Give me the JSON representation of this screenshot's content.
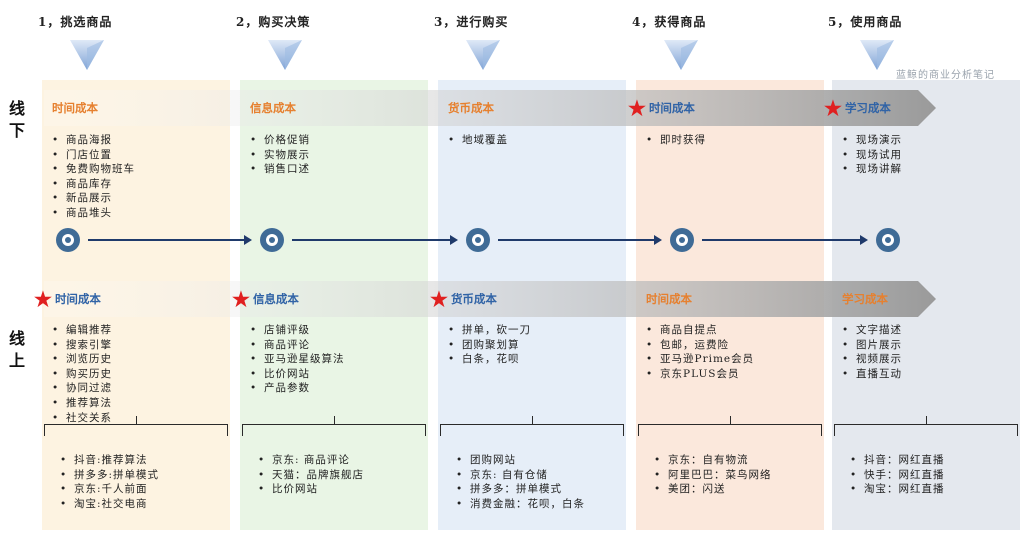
{
  "stages": [
    "1，挑选商品",
    "2，购买决策",
    "3，进行购买",
    "4，获得商品",
    "5，使用商品"
  ],
  "watermark": "蓝鲸的商业分析笔记",
  "offline": {
    "label": [
      "线",
      "下"
    ],
    "costs": [
      {
        "label": "时间成本",
        "starred": false,
        "color": "orange"
      },
      {
        "label": "信息成本",
        "starred": false,
        "color": "orange"
      },
      {
        "label": "货币成本",
        "starred": false,
        "color": "orange"
      },
      {
        "label": "时间成本",
        "starred": true,
        "color": "blue"
      },
      {
        "label": "学习成本",
        "starred": true,
        "color": "blue"
      }
    ],
    "items": [
      [
        "商品海报",
        "门店位置",
        "免费购物班车",
        "商品库存",
        "新品展示",
        "商品堆头"
      ],
      [
        "价格促销",
        "实物展示",
        "销售口述"
      ],
      [
        "地域覆盖"
      ],
      [
        "即时获得"
      ],
      [
        "现场演示",
        "现场试用",
        "现场讲解"
      ]
    ]
  },
  "online": {
    "label": [
      "线",
      "上"
    ],
    "costs": [
      {
        "label": "时间成本",
        "starred": true,
        "color": "blue"
      },
      {
        "label": "信息成本",
        "starred": true,
        "color": "blue"
      },
      {
        "label": "货币成本",
        "starred": true,
        "color": "blue"
      },
      {
        "label": "时间成本",
        "starred": false,
        "color": "orange"
      },
      {
        "label": "学习成本",
        "starred": false,
        "color": "orange"
      }
    ],
    "items": [
      [
        "编辑推荐",
        "搜索引擎",
        "浏览历史",
        "购买历史",
        "协同过滤",
        "推荐算法",
        "社交关系"
      ],
      [
        "店铺评级",
        "商品评论",
        "亚马逊星级算法",
        "比价网站",
        "产品参数"
      ],
      [
        "拼单，砍一刀",
        "团购聚划算",
        "白条，花呗"
      ],
      [
        "商品自提点",
        "包邮，运费险",
        "亚马逊Prime会员",
        "京东PLUS会员"
      ],
      [
        "文字描述",
        "图片展示",
        "视频展示",
        "直播互动"
      ]
    ]
  },
  "examples": [
    [
      "抖音:推荐算法",
      "拼多多:拼单模式",
      "京东:千人前面",
      "淘宝:社交电商"
    ],
    [
      "京东: 商品评论",
      "天猫：品牌旗舰店",
      "比价网站"
    ],
    [
      "团购网站",
      "京东: 自有仓储",
      "拼多多：拼单模式",
      "消费金融：花呗，白条"
    ],
    [
      "京东：自有物流",
      "阿里巴巴：菜鸟网络",
      "美团：闪送"
    ],
    [
      "抖音：网红直播",
      "快手：网红直播",
      "淘宝：网红直播"
    ]
  ],
  "colors": {
    "col_bg": [
      "#fdf3e1",
      "#e9f5e5",
      "#e6eef8",
      "#fbe8dc",
      "#e4e8ee"
    ],
    "chevron": "#7fa3d6",
    "band_start": "#ffffff",
    "band_end": "#9a9a9a",
    "orange": "#e6802f",
    "blue": "#3063a6",
    "star": "#e02020",
    "node": "#3f6b96",
    "arrow": "#1f3a6b"
  },
  "icons": {
    "stage_marker": "down-triangle-icon",
    "highlight": "star-icon",
    "timeline": "circle-node-icon"
  }
}
